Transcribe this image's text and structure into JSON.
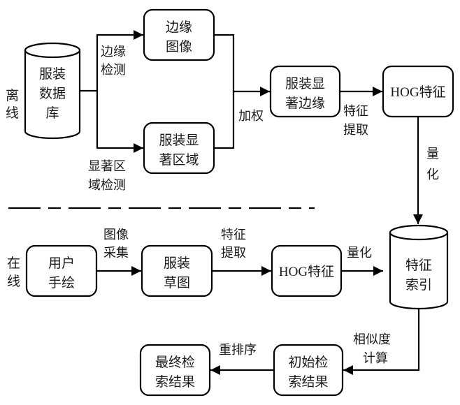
{
  "diagram": {
    "sections": {
      "offline": {
        "label_lines": [
          "离",
          "线"
        ]
      },
      "online": {
        "label_lines": [
          "在",
          "线"
        ]
      }
    },
    "nodes": {
      "clothing_db": {
        "shape": "cylinder",
        "lines": [
          "服装",
          "数据",
          "库"
        ]
      },
      "edge_image": {
        "shape": "rounded-rect",
        "lines": [
          "边缘",
          "图像"
        ]
      },
      "salient_region": {
        "shape": "rounded-rect",
        "lines": [
          "服装显",
          "著区域"
        ]
      },
      "salient_edge": {
        "shape": "rounded-rect",
        "lines": [
          "服装显",
          "著边缘"
        ]
      },
      "hog_offline": {
        "shape": "rounded-rect",
        "lines": [
          "HOG特征"
        ]
      },
      "feature_index": {
        "shape": "cylinder",
        "lines": [
          "特征",
          "索引"
        ]
      },
      "user_sketch": {
        "shape": "rounded-rect",
        "lines": [
          "用户",
          "手绘"
        ]
      },
      "clothing_draft": {
        "shape": "rounded-rect",
        "lines": [
          "服装",
          "草图"
        ]
      },
      "hog_online": {
        "shape": "rounded-rect",
        "lines": [
          "HOG特征"
        ]
      },
      "initial_result": {
        "shape": "rounded-rect",
        "lines": [
          "初始检",
          "索结果"
        ]
      },
      "final_result": {
        "shape": "rounded-rect",
        "lines": [
          "最终检",
          "索结果"
        ]
      }
    },
    "edges": [
      {
        "from": "clothing_db",
        "to": "edge_image",
        "label_lines": [
          "边缘",
          "检测"
        ]
      },
      {
        "from": "clothing_db",
        "to": "salient_region",
        "label_lines": [
          "显著区",
          "域检测"
        ]
      },
      {
        "from": "edge_image+salient_region",
        "to": "salient_edge",
        "label_lines": [
          "加权"
        ]
      },
      {
        "from": "salient_edge",
        "to": "hog_offline",
        "label_lines": [
          "特征",
          "提取"
        ]
      },
      {
        "from": "hog_offline",
        "to": "feature_index",
        "label_lines": [
          "量",
          "化"
        ]
      },
      {
        "from": "user_sketch",
        "to": "clothing_draft",
        "label_lines": [
          "图像",
          "采集"
        ]
      },
      {
        "from": "clothing_draft",
        "to": "hog_online",
        "label_lines": [
          "特征",
          "提取"
        ]
      },
      {
        "from": "hog_online",
        "to": "feature_index",
        "label_lines": [
          "量化"
        ]
      },
      {
        "from": "feature_index",
        "to": "initial_result",
        "label_lines": [
          "相似度",
          "计算"
        ]
      },
      {
        "from": "initial_result",
        "to": "final_result",
        "label_lines": [
          "重排序"
        ]
      }
    ],
    "separator": {
      "style": "dash-dot"
    },
    "colors": {
      "stroke": "#000000",
      "text": "#1a1a1a",
      "background": "#ffffff"
    }
  }
}
